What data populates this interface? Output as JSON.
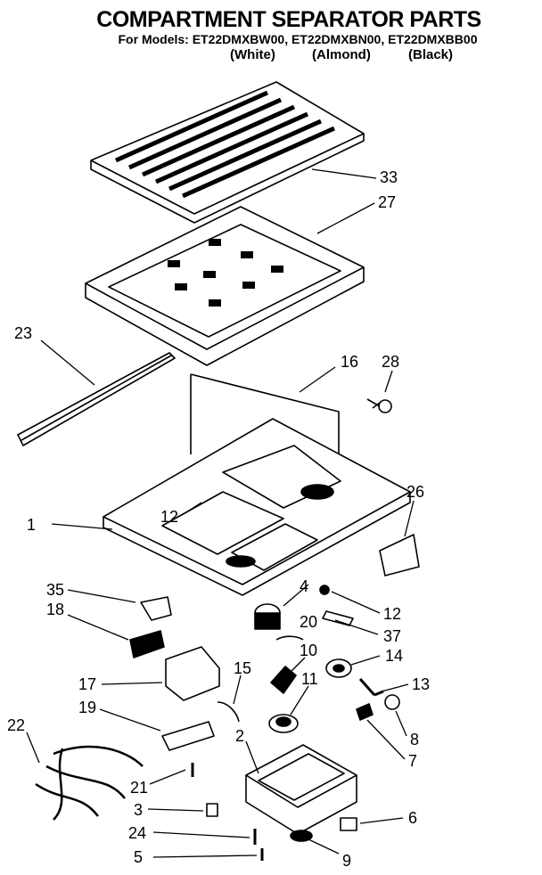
{
  "header": {
    "title": "COMPARTMENT SEPARATOR PARTS",
    "models_line": "For Models: ET22DMXBW00, ET22DMXBN00, ET22DMXBB00",
    "variants": [
      "(White)",
      "(Almond)",
      "(Black)"
    ]
  },
  "callouts": [
    "33",
    "27",
    "23",
    "16",
    "28",
    "1",
    "12",
    "26",
    "35",
    "4",
    "12",
    "18",
    "20",
    "37",
    "10",
    "14",
    "17",
    "15",
    "11",
    "13",
    "19",
    "8",
    "22",
    "2",
    "7",
    "21",
    "3",
    "6",
    "24",
    "5",
    "9"
  ]
}
